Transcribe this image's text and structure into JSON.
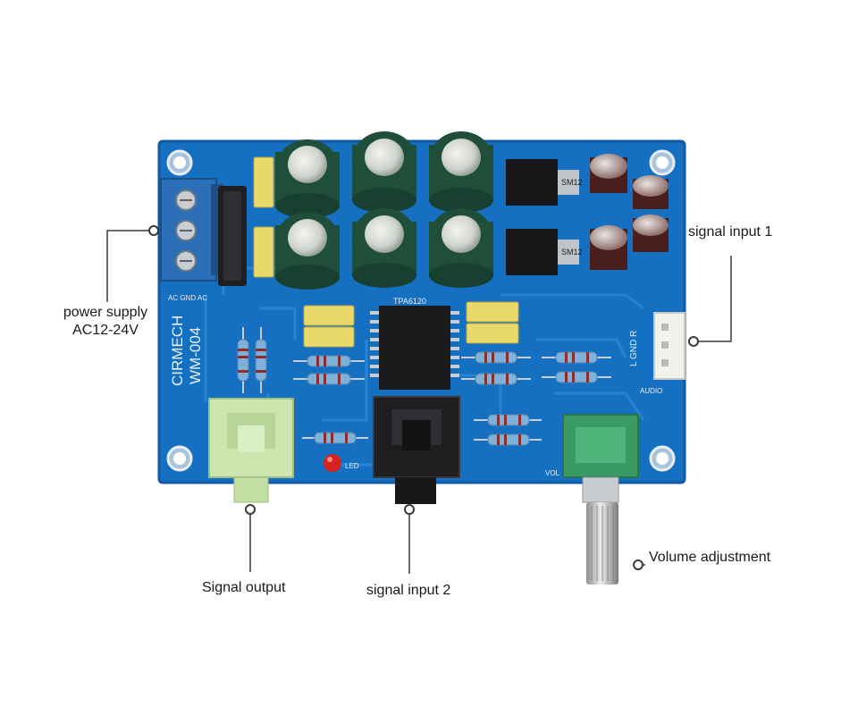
{
  "labels": {
    "power_supply_line1": "power supply",
    "power_supply_line2": "AC12-24V",
    "signal_input_1": "signal input 1",
    "signal_output": "Signal output",
    "signal_input_2": "signal input 2",
    "volume_adjustment": "Volume adjustment"
  },
  "board": {
    "brand": "CIRMECH",
    "model": "WM-004",
    "chip": "TPA6120",
    "terminal_label": "AC GND AC",
    "audio_label": "AUDIO",
    "audio_pins": "L GND R",
    "led_label": "LED",
    "vol_label": "VOL",
    "regulator_text": "SM12"
  },
  "colors": {
    "pcb": "#1670c2",
    "pcb_edge": "#0f5aa3",
    "capacitor": "#1f4e3a",
    "terminal": "#2a6fb8",
    "relay_yellow": "#e9d86a",
    "jack_green": "#cde6b0",
    "pot_green": "#3a9a63"
  }
}
